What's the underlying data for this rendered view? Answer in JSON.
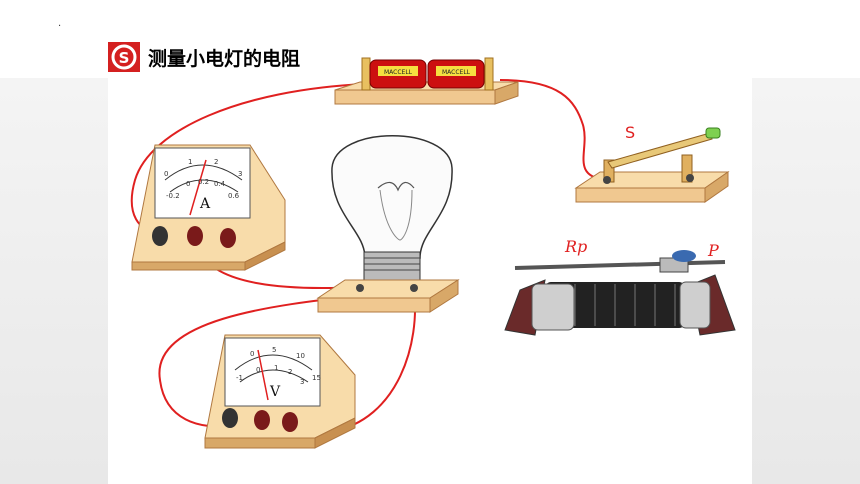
{
  "header": {
    "title": "测量小电灯的电阻",
    "dot": ".",
    "logo_letter": "S"
  },
  "labels": {
    "switch": "S",
    "rheostat": "Rp",
    "slider": "P",
    "ammeter_unit": "A",
    "voltmeter_unit": "V"
  },
  "ammeter": {
    "scale_outer": [
      "0",
      "1",
      "2",
      "3"
    ],
    "scale_inner": [
      "-0.2",
      "0",
      "0.2",
      "0.4",
      "0.6"
    ]
  },
  "voltmeter": {
    "scale_outer": [
      "0",
      "5",
      "10",
      "15"
    ],
    "scale_inner": [
      "-1",
      "0",
      "1",
      "2",
      "3"
    ]
  },
  "battery": {
    "brand_1": "MACCELL",
    "brand_2": "MACCELL"
  },
  "colors": {
    "wire": "#e02020",
    "wood": "#f0c890",
    "wood_dark": "#c89050",
    "battery_red": "#cc1010",
    "logo_red": "#d42020"
  }
}
